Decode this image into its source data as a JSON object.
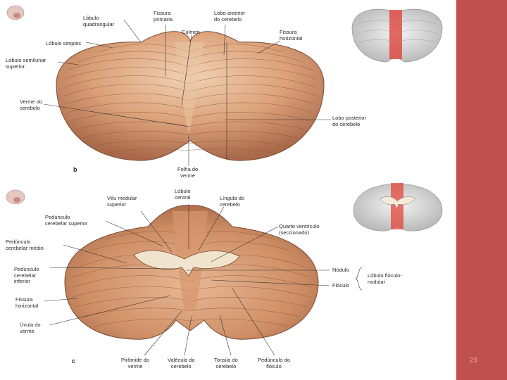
{
  "slide": {
    "page_number": "23"
  },
  "panel_b": {
    "letter": "b",
    "labels": {
      "lobulo_quadrangular": "Lóbulo\nquadrangular",
      "lobulo_simples": "Lóbulo simples",
      "lobulo_semilunar": "Lóbulo semilunar\nsuperior",
      "verme": "Verme do\ncerebelo",
      "fissura_primaria": "Fissura\nprimária",
      "culmen": "Cúlmen",
      "lobo_anterior": "Lobo anterior\ndo cerebelo",
      "fissura_horizontal": "Fissura\nhorizontal",
      "lobo_posterior": "Lobo posterior\ndo cerebelo",
      "folha_verme": "Folha do\nverme"
    }
  },
  "panel_c": {
    "letter": "c",
    "labels": {
      "veu_medular": "Véu medular\nsuperior",
      "lobulo_central": "Lóbulo\ncentral",
      "lingula": "Língula do\ncerebelo",
      "pedunculo_superior": "Pedúnculo\ncerebelar superior",
      "pedunculo_medio": "Pedúnculo\ncerebelar médio",
      "pedunculo_inferior": "Pedúnculo\ncerebelar\ninferior",
      "fissura_horizontal": "Fissura\nhorizontal",
      "uvula": "Úvula do\nverme",
      "quarto_ventriculo": "Quarto ventrículo\n(seccionado)",
      "nodulo": "Nódulo",
      "floculo": "Flóculo",
      "lobulo_flocculonodular": "Lóbulo flóculo-\nnodular",
      "piramide": "Pirâmide do\nverme",
      "valecula": "Valécula do\ncerebelo",
      "tonsila": "Tonsila do\ncerebelo",
      "pedunculo_floculo": "Pedúnculo do\nflóculo"
    }
  },
  "colors": {
    "accent": "#c0504d",
    "tissue": "#d9a27a",
    "tissue_dark": "#a8684a",
    "highlight": "#e0453a"
  }
}
